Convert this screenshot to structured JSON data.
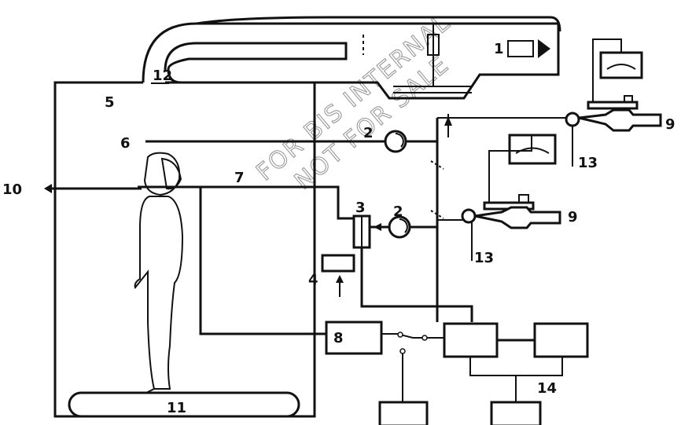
{
  "watermark": {
    "line1": "FOR BIS INTERNAL",
    "line2": "NOT FOR SALE"
  },
  "labels": {
    "l1": "1",
    "l2a": "2",
    "l2b": "2",
    "l3": "3",
    "l4": "4",
    "l5": "5",
    "l6": "6",
    "l7": "7",
    "l8": "8",
    "l9a": "9",
    "l9b": "9",
    "l10": "10",
    "l11": "11",
    "l12": "12",
    "l13a": "13",
    "l13b": "13",
    "l14": "14"
  },
  "colors": {
    "line": "#111111",
    "watermark": "#9a9a9a",
    "background": "#ffffff"
  }
}
